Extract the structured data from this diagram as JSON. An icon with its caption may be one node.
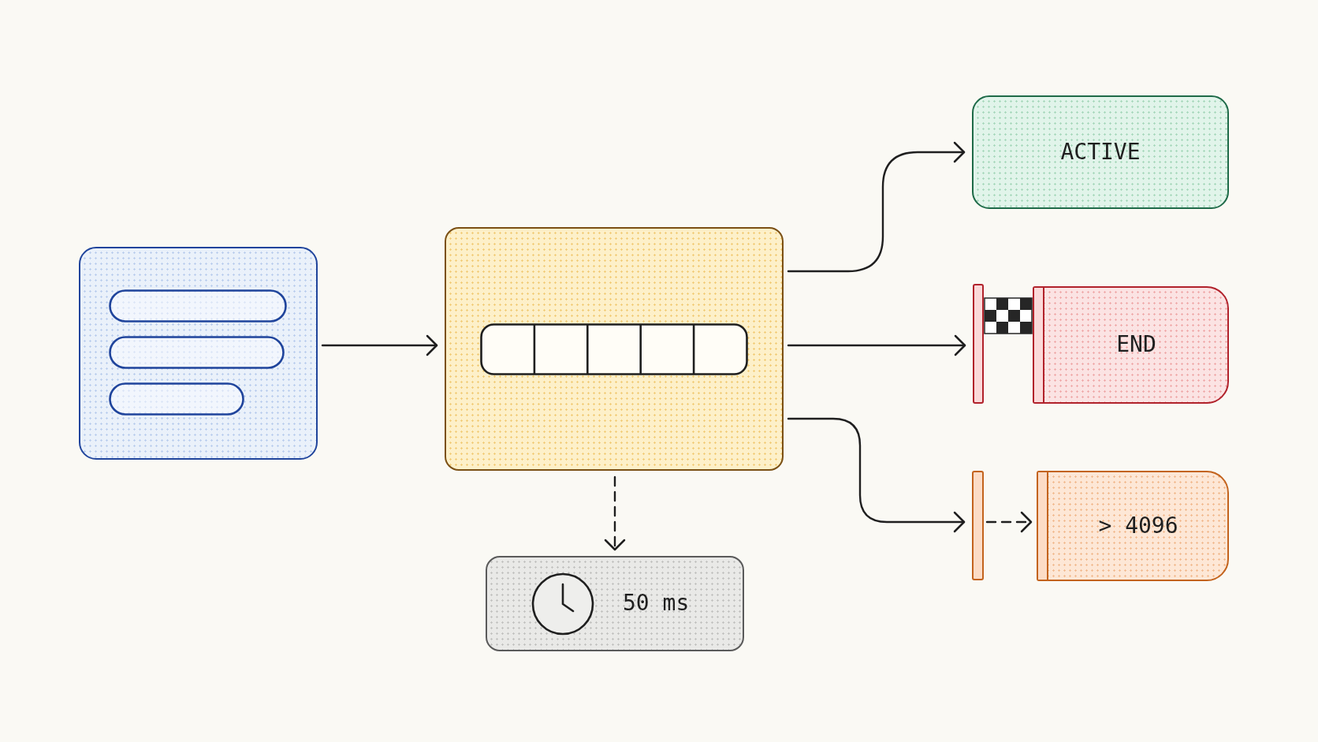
{
  "diagram": {
    "nodes": [
      {
        "text": [],
        "shape": "box"
      },
      {
        "text": [],
        "shape": "box"
      },
      {
        "text": [
          "50 ms"
        ]
      },
      {
        "text": [
          "ACTIVE"
        ]
      },
      {
        "text": [],
        "shape": "bar"
      },
      {
        "text": [
          "END"
        ]
      },
      {
        "text": [],
        "shape": "bar"
      },
      {
        "text": [
          "> 4096"
        ]
      }
    ],
    "edges": [
      {
        "from": 0,
        "to": 1,
        "arrow": "to"
      },
      {
        "from": 1,
        "to": 2,
        "arrow": "to",
        "style": "dashed"
      },
      {
        "from": 1,
        "to": 3,
        "arrow": "to"
      },
      {
        "from": 1,
        "to": 4,
        "arrow": "to"
      },
      {
        "from": 1,
        "to": 6,
        "arrow": "to"
      },
      {
        "from": 6,
        "to": 7,
        "arrow": "to",
        "style": "dashed"
      }
    ]
  }
}
